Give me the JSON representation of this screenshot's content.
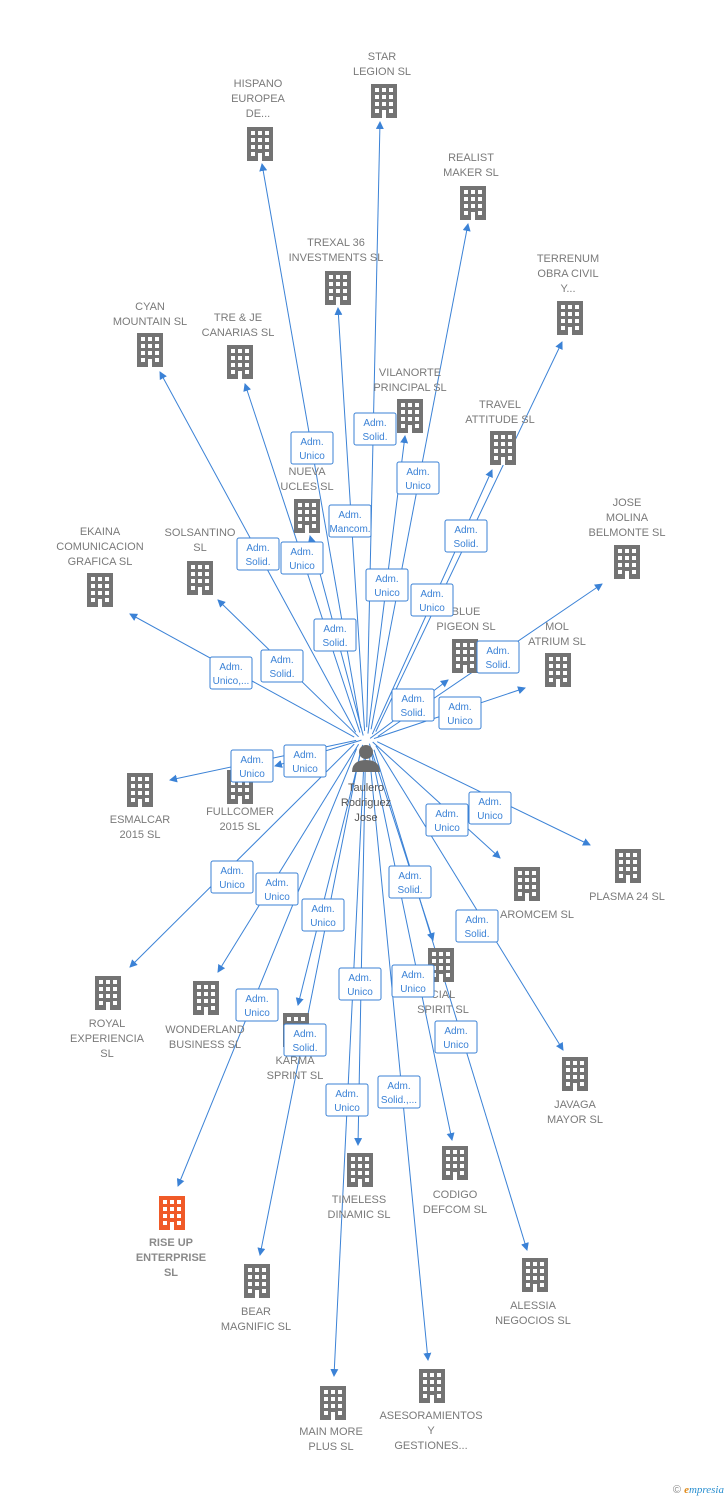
{
  "person": {
    "lines": [
      "Taulero",
      "Rodriguez",
      "Jose"
    ]
  },
  "companies": [
    {
      "id": "star",
      "lines": [
        "STAR",
        "LEGION  SL"
      ]
    },
    {
      "id": "hispano",
      "lines": [
        "HISPANO",
        "EUROPEA",
        "DE..."
      ]
    },
    {
      "id": "realist",
      "lines": [
        "REALIST",
        "MAKER  SL"
      ]
    },
    {
      "id": "trexal",
      "lines": [
        "TREXAL 36",
        "INVESTMENTS SL"
      ]
    },
    {
      "id": "terrenum",
      "lines": [
        "TERRENUM",
        "OBRA CIVIL",
        "Y..."
      ]
    },
    {
      "id": "cyan",
      "lines": [
        "CYAN",
        "MOUNTAIN  SL"
      ]
    },
    {
      "id": "treje",
      "lines": [
        "TRE & JE",
        "CANARIAS  SL"
      ]
    },
    {
      "id": "vilanorte",
      "lines": [
        "VILANORTE",
        "PRINCIPAL  SL"
      ]
    },
    {
      "id": "travel",
      "lines": [
        "TRAVEL",
        "ATTITUDE  SL"
      ]
    },
    {
      "id": "nueva",
      "lines": [
        "NUEVA",
        "UCLES  SL"
      ]
    },
    {
      "id": "jose",
      "lines": [
        "JOSE",
        "MOLINA",
        "BELMONTE  SL"
      ]
    },
    {
      "id": "ekaina",
      "lines": [
        "EKAINA",
        "COMUNICACION",
        "GRAFICA  SL"
      ]
    },
    {
      "id": "solsantino",
      "lines": [
        "SOLSANTINO",
        "SL"
      ]
    },
    {
      "id": "blue",
      "lines": [
        "BLUE",
        "PIGEON  SL"
      ]
    },
    {
      "id": "mol",
      "lines": [
        "MOL",
        "ATRIUM  SL"
      ]
    },
    {
      "id": "esmalcar",
      "lines": [
        "ESMALCAR",
        "2015  SL"
      ]
    },
    {
      "id": "fullcomer",
      "lines": [
        "FULLCOMER",
        "2015  SL"
      ]
    },
    {
      "id": "plasma",
      "lines": [
        "PLASMA 24 SL"
      ]
    },
    {
      "id": "aromcem",
      "lines": [
        "AROMCEM SL"
      ]
    },
    {
      "id": "royal",
      "lines": [
        "ROYAL",
        "EXPERIENCIA",
        "SL"
      ]
    },
    {
      "id": "wonderland",
      "lines": [
        "WONDERLAND",
        "BUSINESS  SL"
      ]
    },
    {
      "id": "karma",
      "lines": [
        "KARMA",
        "SPRINT  SL"
      ]
    },
    {
      "id": "social",
      "lines": [
        "CIAL",
        "SPIRIT  SL"
      ]
    },
    {
      "id": "javaga",
      "lines": [
        "JAVAGA",
        "MAYOR  SL"
      ]
    },
    {
      "id": "timeless",
      "lines": [
        "TIMELESS",
        "DINAMIC  SL"
      ]
    },
    {
      "id": "codigo",
      "lines": [
        "CODIGO",
        "DEFCOM  SL"
      ]
    },
    {
      "id": "rise",
      "lines": [
        "RISE UP",
        "ENTERPRISE",
        "SL"
      ],
      "highlight": true
    },
    {
      "id": "bear",
      "lines": [
        "BEAR",
        "MAGNIFIC  SL"
      ]
    },
    {
      "id": "alessia",
      "lines": [
        "ALESSIA",
        "NEGOCIOS  SL"
      ]
    },
    {
      "id": "mainmore",
      "lines": [
        "MAIN MORE",
        "PLUS  SL"
      ]
    },
    {
      "id": "asesoramientos",
      "lines": [
        "ASESORAMIENTOS",
        "Y",
        "GESTIONES..."
      ]
    }
  ],
  "badges": [
    {
      "lines": [
        "Adm.",
        "Unico"
      ]
    },
    {
      "lines": [
        "Adm.",
        "Solid."
      ]
    },
    {
      "lines": [
        "Adm.",
        "Unico"
      ]
    },
    {
      "lines": [
        "Adm.",
        "Mancom."
      ]
    },
    {
      "lines": [
        "Adm.",
        "Solid."
      ]
    },
    {
      "lines": [
        "Adm.",
        "Unico"
      ]
    },
    {
      "lines": [
        "Adm.",
        "Solid."
      ]
    },
    {
      "lines": [
        "Adm.",
        "Unico"
      ]
    },
    {
      "lines": [
        "Adm.",
        "Unico"
      ]
    },
    {
      "lines": [
        "Adm.",
        "Solid."
      ]
    },
    {
      "lines": [
        "Adm.",
        "Unico,..."
      ]
    },
    {
      "lines": [
        "Adm.",
        "Solid."
      ]
    },
    {
      "lines": [
        "Adm.",
        "Solid."
      ]
    },
    {
      "lines": [
        "Adm.",
        "Solid."
      ]
    },
    {
      "lines": [
        "Adm.",
        "Unico"
      ]
    },
    {
      "lines": [
        "Adm.",
        "Unico"
      ]
    },
    {
      "lines": [
        "Adm.",
        "Unico"
      ]
    },
    {
      "lines": [
        "Adm.",
        "Unico"
      ]
    },
    {
      "lines": [
        "Adm.",
        "Unico"
      ]
    },
    {
      "lines": [
        "Adm.",
        "Unico"
      ]
    },
    {
      "lines": [
        "Adm.",
        "Unico"
      ]
    },
    {
      "lines": [
        "Adm.",
        "Unico"
      ]
    },
    {
      "lines": [
        "Adm.",
        "Solid."
      ]
    },
    {
      "lines": [
        "Adm.",
        "Solid."
      ]
    },
    {
      "lines": [
        "Adm.",
        "Unico"
      ]
    },
    {
      "lines": [
        "Adm.",
        "Unico"
      ]
    },
    {
      "lines": [
        "Adm.",
        "Unico"
      ]
    },
    {
      "lines": [
        "Adm.",
        "Solid."
      ]
    },
    {
      "lines": [
        "Adm.",
        "Unico"
      ]
    },
    {
      "lines": [
        "Adm.",
        "Unico"
      ]
    },
    {
      "lines": [
        "Adm.",
        "Solid.,..."
      ]
    }
  ],
  "footer": {
    "copyright": "©",
    "brand_initial": "e",
    "brand_rest": "mpresia"
  },
  "colors": {
    "edge": "#3b82d6",
    "building": "#737373",
    "highlight": "#f05a28"
  }
}
